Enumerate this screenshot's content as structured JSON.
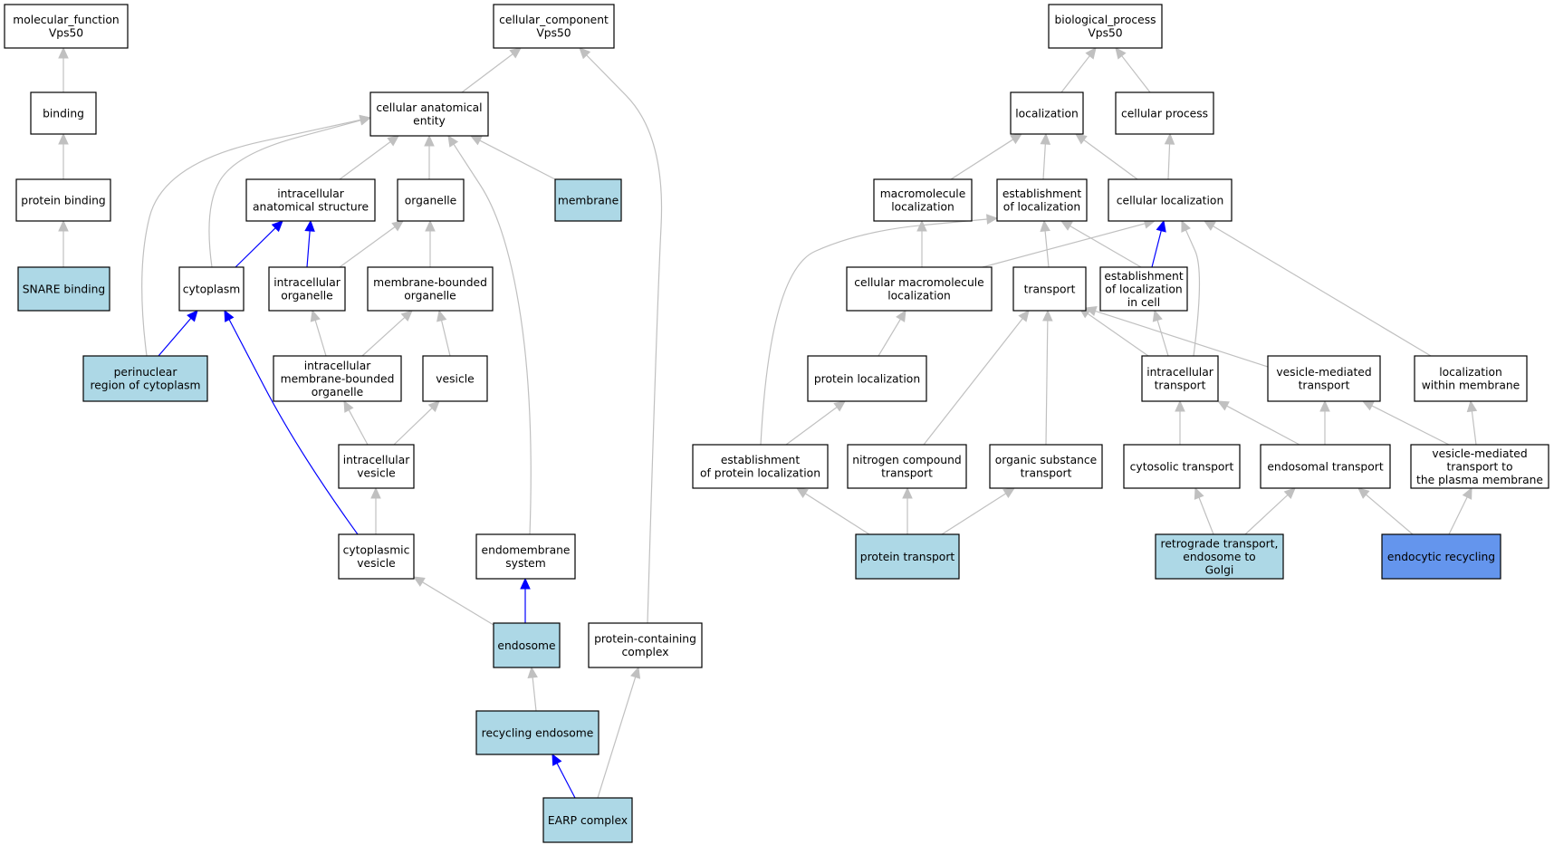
{
  "colors": {
    "plain": "#ffffff",
    "annotated": "#add8e6",
    "query": "#6495ed",
    "edge_isa": "#c0c0c0",
    "edge_partof": "#0000ff"
  },
  "nodes": [
    {
      "id": "mf",
      "lines": [
        "molecular_function",
        "Vps50"
      ],
      "style": "plain"
    },
    {
      "id": "binding",
      "lines": [
        "binding"
      ],
      "style": "plain"
    },
    {
      "id": "protbind",
      "lines": [
        "protein binding"
      ],
      "style": "plain"
    },
    {
      "id": "snare",
      "lines": [
        "SNARE binding"
      ],
      "style": "annotated"
    },
    {
      "id": "cc",
      "lines": [
        "cellular_component",
        "Vps50"
      ],
      "style": "plain"
    },
    {
      "id": "cae",
      "lines": [
        "cellular anatomical",
        "entity"
      ],
      "style": "plain"
    },
    {
      "id": "ias",
      "lines": [
        "intracellular",
        "anatomical structure"
      ],
      "style": "plain"
    },
    {
      "id": "organelle",
      "lines": [
        "organelle"
      ],
      "style": "plain"
    },
    {
      "id": "membrane",
      "lines": [
        "membrane"
      ],
      "style": "annotated"
    },
    {
      "id": "cytoplasm",
      "lines": [
        "cytoplasm"
      ],
      "style": "plain"
    },
    {
      "id": "icorg",
      "lines": [
        "intracellular",
        "organelle"
      ],
      "style": "plain"
    },
    {
      "id": "mbo",
      "lines": [
        "membrane-bounded",
        "organelle"
      ],
      "style": "plain"
    },
    {
      "id": "perinuc",
      "lines": [
        "perinuclear",
        "region of cytoplasm"
      ],
      "style": "annotated"
    },
    {
      "id": "imbo",
      "lines": [
        "intracellular",
        "membrane-bounded",
        "organelle"
      ],
      "style": "plain"
    },
    {
      "id": "vesicle",
      "lines": [
        "vesicle"
      ],
      "style": "plain"
    },
    {
      "id": "icves",
      "lines": [
        "intracellular",
        "vesicle"
      ],
      "style": "plain"
    },
    {
      "id": "cytves",
      "lines": [
        "cytoplasmic",
        "vesicle"
      ],
      "style": "plain"
    },
    {
      "id": "endomem",
      "lines": [
        "endomembrane",
        "system"
      ],
      "style": "plain"
    },
    {
      "id": "endosome",
      "lines": [
        "endosome"
      ],
      "style": "annotated"
    },
    {
      "id": "pcc",
      "lines": [
        "protein-containing",
        "complex"
      ],
      "style": "plain"
    },
    {
      "id": "recyc",
      "lines": [
        "recycling endosome"
      ],
      "style": "annotated"
    },
    {
      "id": "earp",
      "lines": [
        "EARP complex"
      ],
      "style": "annotated"
    },
    {
      "id": "bp",
      "lines": [
        "biological_process",
        "Vps50"
      ],
      "style": "plain"
    },
    {
      "id": "loc",
      "lines": [
        "localization"
      ],
      "style": "plain"
    },
    {
      "id": "cellproc",
      "lines": [
        "cellular process"
      ],
      "style": "plain"
    },
    {
      "id": "macloc",
      "lines": [
        "macromolecule",
        "localization"
      ],
      "style": "plain"
    },
    {
      "id": "estloc",
      "lines": [
        "establishment",
        "of localization"
      ],
      "style": "plain"
    },
    {
      "id": "cellloc",
      "lines": [
        "cellular localization"
      ],
      "style": "plain"
    },
    {
      "id": "cmacloc",
      "lines": [
        "cellular macromolecule",
        "localization"
      ],
      "style": "plain"
    },
    {
      "id": "transport",
      "lines": [
        "transport"
      ],
      "style": "plain"
    },
    {
      "id": "estloccell",
      "lines": [
        "establishment",
        "of localization",
        "in cell"
      ],
      "style": "plain"
    },
    {
      "id": "protloc",
      "lines": [
        "protein localization"
      ],
      "style": "plain"
    },
    {
      "id": "ictrans",
      "lines": [
        "intracellular",
        "transport"
      ],
      "style": "plain"
    },
    {
      "id": "vmt",
      "lines": [
        "vesicle-mediated",
        "transport"
      ],
      "style": "plain"
    },
    {
      "id": "locmem",
      "lines": [
        "localization",
        "within membrane"
      ],
      "style": "plain"
    },
    {
      "id": "estprotloc",
      "lines": [
        "establishment",
        "of protein localization"
      ],
      "style": "plain"
    },
    {
      "id": "nctrans",
      "lines": [
        "nitrogen compound",
        "transport"
      ],
      "style": "plain"
    },
    {
      "id": "ostrans",
      "lines": [
        "organic substance",
        "transport"
      ],
      "style": "plain"
    },
    {
      "id": "cytotrans",
      "lines": [
        "cytosolic transport"
      ],
      "style": "plain"
    },
    {
      "id": "endotrans",
      "lines": [
        "endosomal transport"
      ],
      "style": "plain"
    },
    {
      "id": "vmtpm",
      "lines": [
        "vesicle-mediated",
        "transport to",
        "the plasma membrane"
      ],
      "style": "plain"
    },
    {
      "id": "prottrans",
      "lines": [
        "protein transport"
      ],
      "style": "annotated"
    },
    {
      "id": "retro",
      "lines": [
        "retrograde transport,",
        "endosome to",
        "Golgi"
      ],
      "style": "annotated"
    },
    {
      "id": "endorecyc",
      "lines": [
        "endocytic recycling"
      ],
      "style": "query"
    }
  ],
  "edges": [
    {
      "from": "binding",
      "to": "mf",
      "rel": "isa"
    },
    {
      "from": "protbind",
      "to": "binding",
      "rel": "isa"
    },
    {
      "from": "snare",
      "to": "protbind",
      "rel": "isa"
    },
    {
      "from": "cae",
      "to": "cc",
      "rel": "isa"
    },
    {
      "from": "pcc",
      "to": "cc",
      "rel": "isa"
    },
    {
      "from": "ias",
      "to": "cae",
      "rel": "isa"
    },
    {
      "from": "organelle",
      "to": "cae",
      "rel": "isa"
    },
    {
      "from": "membrane",
      "to": "cae",
      "rel": "isa"
    },
    {
      "from": "cytoplasm",
      "to": "cae",
      "rel": "isa"
    },
    {
      "from": "perinuc",
      "to": "cae",
      "rel": "isa"
    },
    {
      "from": "endomem",
      "to": "cae",
      "rel": "isa"
    },
    {
      "from": "cytoplasm",
      "to": "ias",
      "rel": "partof"
    },
    {
      "from": "icorg",
      "to": "ias",
      "rel": "partof"
    },
    {
      "from": "icorg",
      "to": "organelle",
      "rel": "isa"
    },
    {
      "from": "mbo",
      "to": "organelle",
      "rel": "isa"
    },
    {
      "from": "perinuc",
      "to": "cytoplasm",
      "rel": "partof"
    },
    {
      "from": "imbo",
      "to": "icorg",
      "rel": "isa"
    },
    {
      "from": "imbo",
      "to": "mbo",
      "rel": "isa"
    },
    {
      "from": "vesicle",
      "to": "mbo",
      "rel": "isa"
    },
    {
      "from": "icves",
      "to": "imbo",
      "rel": "isa"
    },
    {
      "from": "icves",
      "to": "vesicle",
      "rel": "isa"
    },
    {
      "from": "cytves",
      "to": "icves",
      "rel": "isa"
    },
    {
      "from": "cytves",
      "to": "cytoplasm",
      "rel": "partof"
    },
    {
      "from": "endosome",
      "to": "cytves",
      "rel": "isa"
    },
    {
      "from": "endosome",
      "to": "endomem",
      "rel": "partof"
    },
    {
      "from": "recyc",
      "to": "endosome",
      "rel": "isa"
    },
    {
      "from": "earp",
      "to": "recyc",
      "rel": "partof"
    },
    {
      "from": "earp",
      "to": "pcc",
      "rel": "isa"
    },
    {
      "from": "loc",
      "to": "bp",
      "rel": "isa"
    },
    {
      "from": "cellproc",
      "to": "bp",
      "rel": "isa"
    },
    {
      "from": "macloc",
      "to": "loc",
      "rel": "isa"
    },
    {
      "from": "estloc",
      "to": "loc",
      "rel": "isa"
    },
    {
      "from": "cellloc",
      "to": "loc",
      "rel": "isa"
    },
    {
      "from": "cellloc",
      "to": "cellproc",
      "rel": "isa"
    },
    {
      "from": "cmacloc",
      "to": "macloc",
      "rel": "isa"
    },
    {
      "from": "cmacloc",
      "to": "cellloc",
      "rel": "isa"
    },
    {
      "from": "transport",
      "to": "estloc",
      "rel": "isa"
    },
    {
      "from": "estloccell",
      "to": "estloc",
      "rel": "isa"
    },
    {
      "from": "estloccell",
      "to": "cellloc",
      "rel": "partof"
    },
    {
      "from": "estprotloc",
      "to": "estloc",
      "rel": "isa"
    },
    {
      "from": "locmem",
      "to": "cellloc",
      "rel": "isa"
    },
    {
      "from": "ictrans",
      "to": "cellloc",
      "rel": "isa"
    },
    {
      "from": "protloc",
      "to": "cmacloc",
      "rel": "isa"
    },
    {
      "from": "ictrans",
      "to": "transport",
      "rel": "isa"
    },
    {
      "from": "vmt",
      "to": "transport",
      "rel": "isa"
    },
    {
      "from": "nctrans",
      "to": "transport",
      "rel": "isa"
    },
    {
      "from": "ostrans",
      "to": "transport",
      "rel": "isa"
    },
    {
      "from": "ictrans",
      "to": "estloccell",
      "rel": "isa"
    },
    {
      "from": "estprotloc",
      "to": "protloc",
      "rel": "isa"
    },
    {
      "from": "cytotrans",
      "to": "ictrans",
      "rel": "isa"
    },
    {
      "from": "endotrans",
      "to": "ictrans",
      "rel": "isa"
    },
    {
      "from": "endotrans",
      "to": "vmt",
      "rel": "isa"
    },
    {
      "from": "vmtpm",
      "to": "vmt",
      "rel": "isa"
    },
    {
      "from": "vmtpm",
      "to": "locmem",
      "rel": "isa"
    },
    {
      "from": "prottrans",
      "to": "estprotloc",
      "rel": "isa"
    },
    {
      "from": "prottrans",
      "to": "nctrans",
      "rel": "isa"
    },
    {
      "from": "prottrans",
      "to": "ostrans",
      "rel": "isa"
    },
    {
      "from": "retro",
      "to": "cytotrans",
      "rel": "isa"
    },
    {
      "from": "retro",
      "to": "endotrans",
      "rel": "isa"
    },
    {
      "from": "endorecyc",
      "to": "endotrans",
      "rel": "isa"
    },
    {
      "from": "endorecyc",
      "to": "vmtpm",
      "rel": "isa"
    }
  ]
}
